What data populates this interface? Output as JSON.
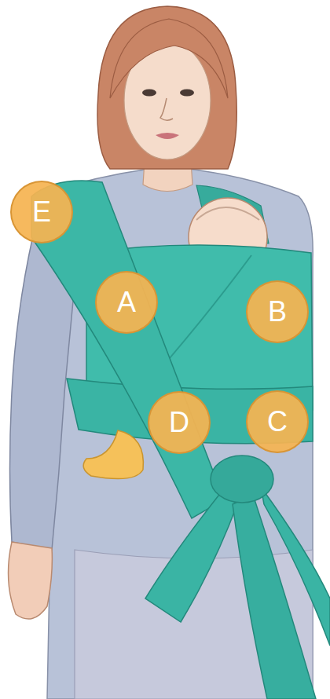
{
  "diagram": {
    "nodes": [
      {
        "text": [
          "E"
        ]
      },
      {
        "text": [
          "A"
        ]
      },
      {
        "text": [
          "B"
        ]
      },
      {
        "text": [
          "D"
        ]
      },
      {
        "text": [
          "C"
        ]
      }
    ]
  }
}
